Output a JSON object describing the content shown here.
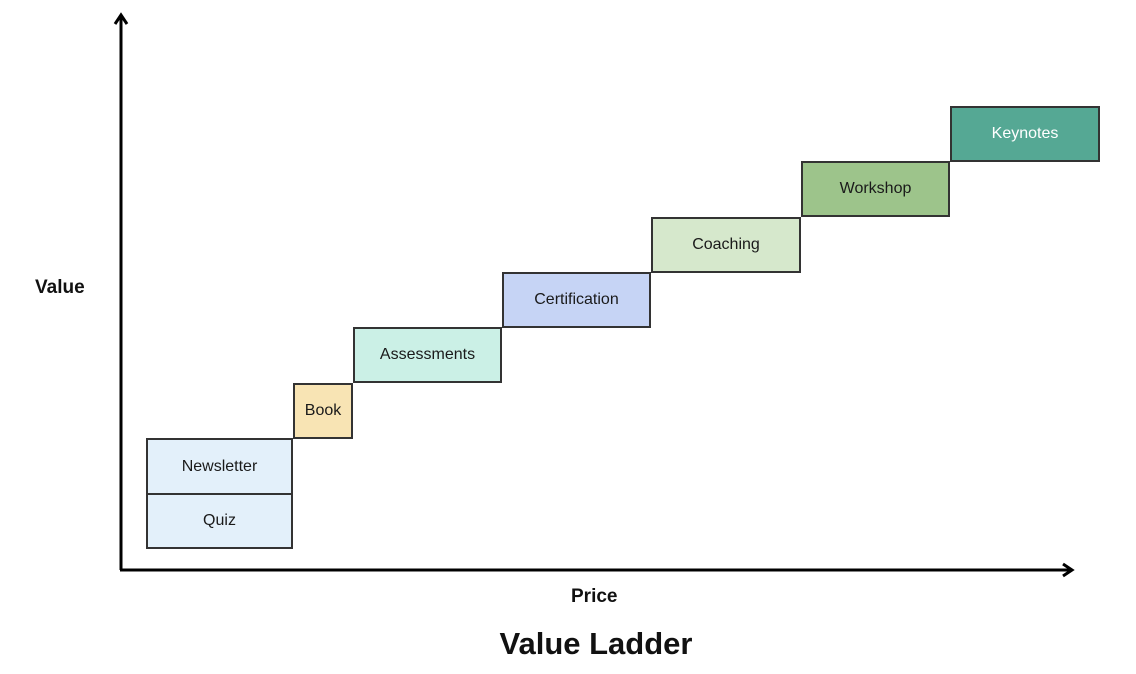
{
  "title": "Value Ladder",
  "axes": {
    "y_label": "Value",
    "x_label": "Price"
  },
  "steps": [
    {
      "label": "Quiz",
      "color": "#e3f0fa"
    },
    {
      "label": "Newsletter",
      "color": "#e3f0fa"
    },
    {
      "label": "Book",
      "color": "#f8e4b4"
    },
    {
      "label": "Assessments",
      "color": "#cbf0e6"
    },
    {
      "label": "Certification",
      "color": "#c6d4f5"
    },
    {
      "label": "Coaching",
      "color": "#d6e8cc"
    },
    {
      "label": "Workshop",
      "color": "#9dc48b"
    },
    {
      "label": "Keynotes",
      "color": "#55a894",
      "text_color": "#ffffff"
    }
  ]
}
